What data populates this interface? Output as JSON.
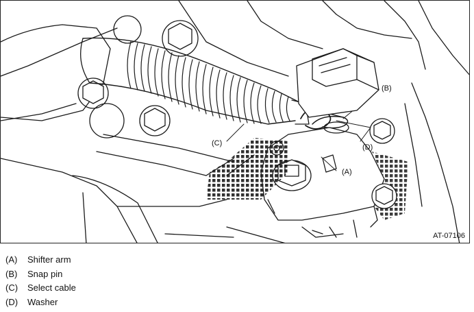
{
  "figure": {
    "id_label": "AT-07106",
    "callouts": {
      "a": "(A)",
      "b": "(B)",
      "c": "(C)",
      "d": "(D)"
    }
  },
  "legend": [
    {
      "key": "(A)",
      "text": "Shifter arm"
    },
    {
      "key": "(B)",
      "text": "Snap pin"
    },
    {
      "key": "(C)",
      "text": "Select cable"
    },
    {
      "key": "(D)",
      "text": "Washer"
    }
  ]
}
